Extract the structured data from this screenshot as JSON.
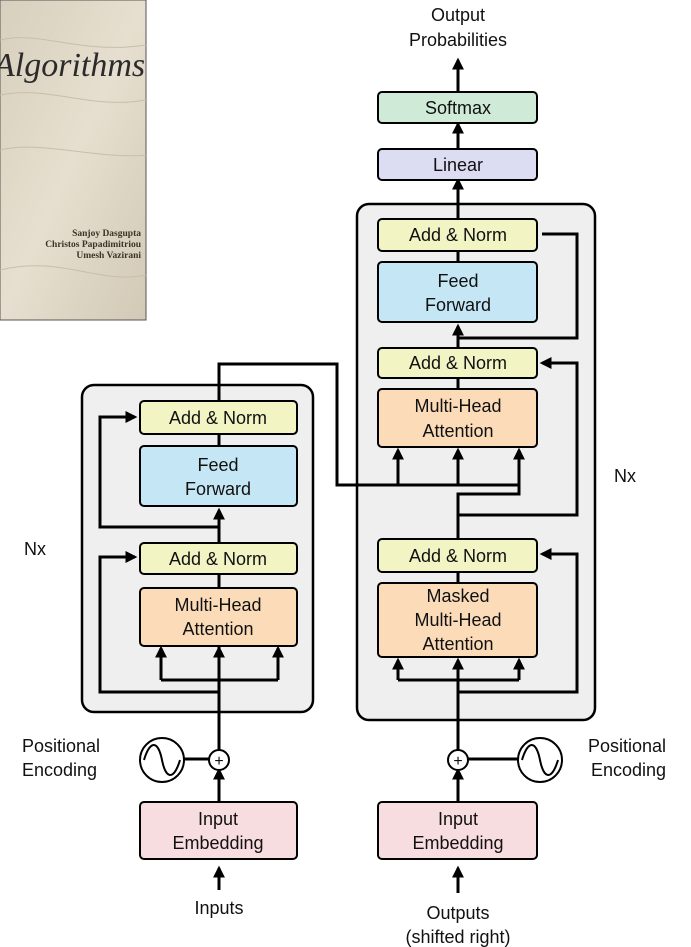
{
  "book": {
    "title": "Algorithms",
    "authors": [
      "Sanjoy Dasgupta",
      "Christos Papadimitriou",
      "Umesh Vazirani"
    ]
  },
  "encoder": {
    "nx_label": "Nx",
    "add_norm_top": "Add & Norm",
    "feed_forward": [
      "Feed",
      "Forward"
    ],
    "add_norm_bottom": "Add & Norm",
    "attention": [
      "Multi-Head",
      "Attention"
    ],
    "positional_encoding": [
      "Positional",
      "Encoding"
    ],
    "input_embedding": [
      "Input",
      "Embedding"
    ],
    "inputs_label": "Inputs"
  },
  "decoder": {
    "nx_label": "Nx",
    "add_norm_top": "Add & Norm",
    "feed_forward": [
      "Feed",
      "Forward"
    ],
    "add_norm_middle": "Add & Norm",
    "cross_attention": [
      "Multi-Head",
      "Attention"
    ],
    "add_norm_bottom": "Add & Norm",
    "masked_attention": [
      "Masked",
      "Multi-Head",
      "Attention"
    ],
    "positional_encoding": [
      "Positional",
      "Encoding"
    ],
    "output_embedding": [
      "Input",
      "Embedding"
    ],
    "outputs_label": [
      "Outputs",
      "(shifted right)"
    ]
  },
  "head": {
    "linear": "Linear",
    "softmax": "Softmax",
    "output_label": [
      "Output",
      "Probabilities"
    ]
  },
  "adder_symbol": "+",
  "colors": {
    "add_norm": "#f2f4c4",
    "feed_forward": "#c5e7f5",
    "attention": "#fcdcb8",
    "embedding": "#f8dde0",
    "linear": "#dcdcf2",
    "softmax": "#cfead6",
    "stack_bg": "#efefef"
  }
}
